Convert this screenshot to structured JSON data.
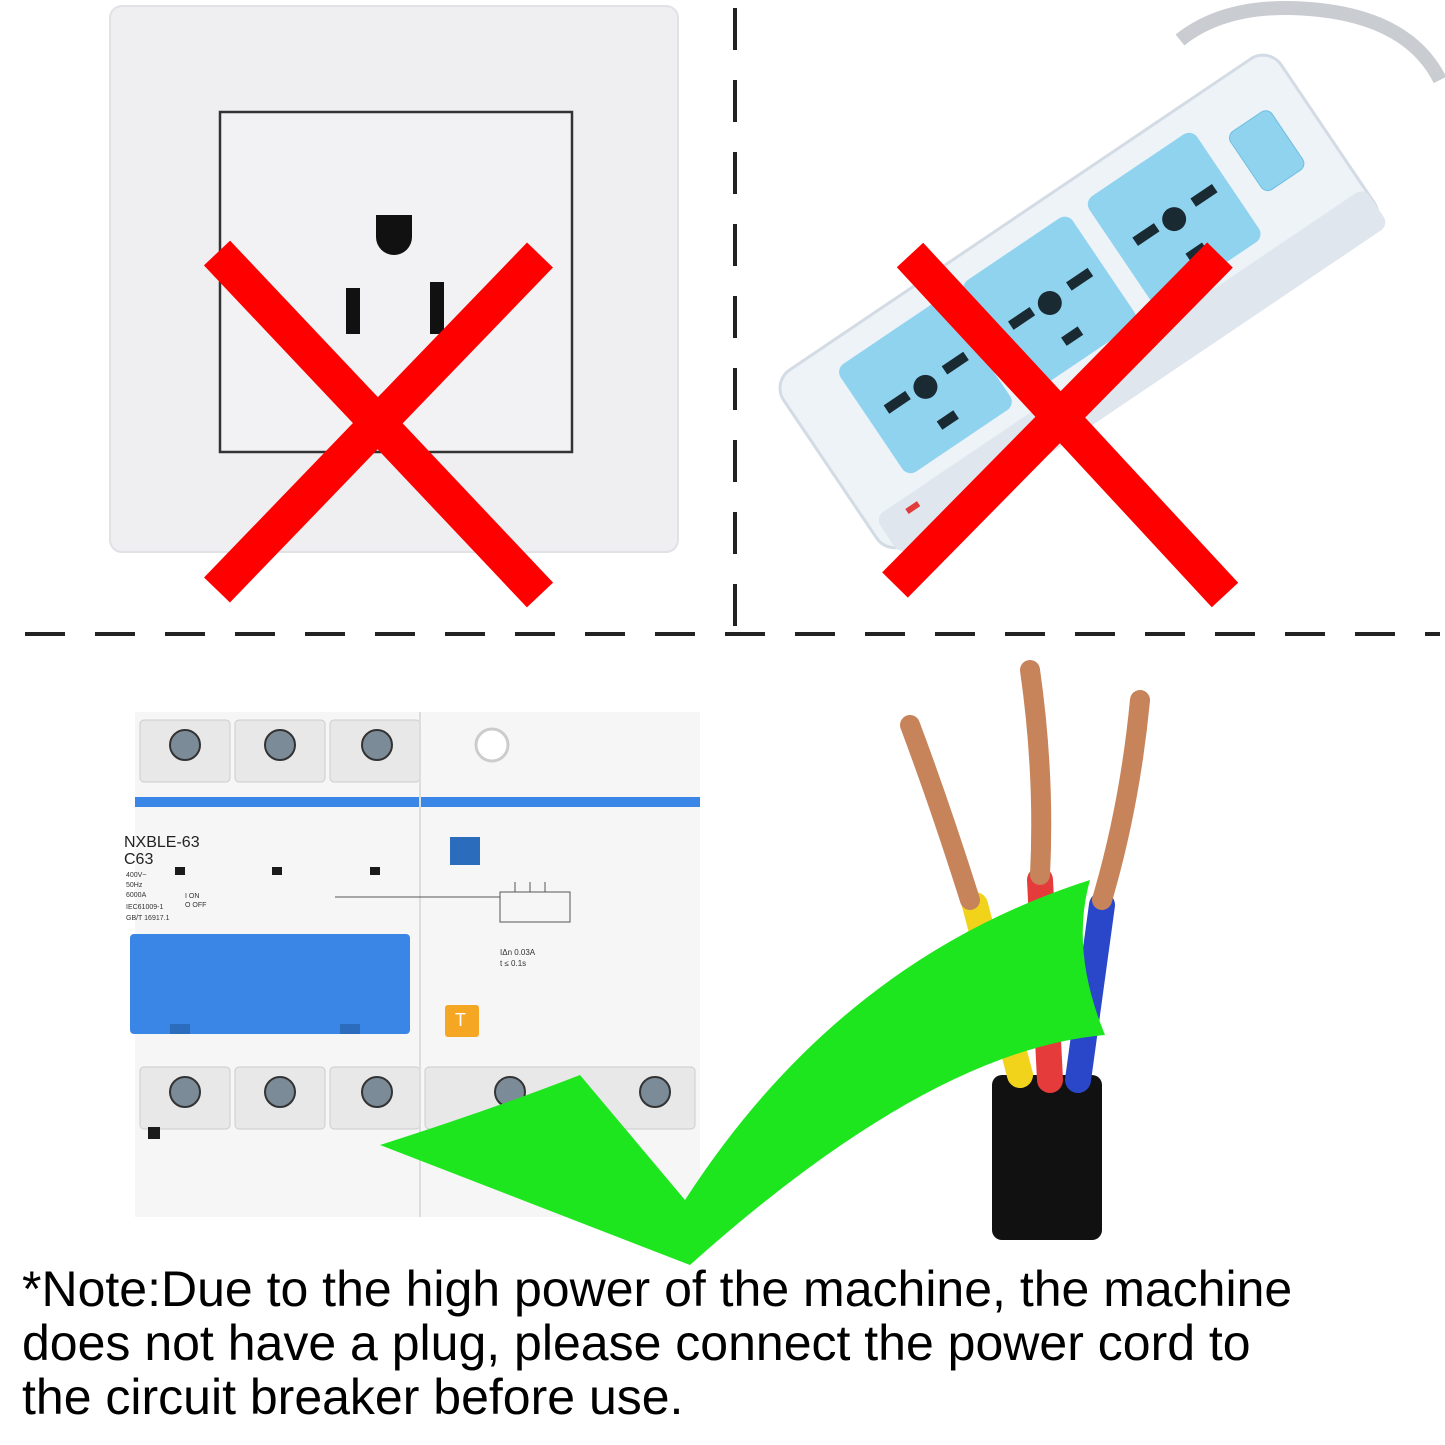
{
  "colors": {
    "cross": "#ff0000",
    "check": "#1ee61e",
    "breaker_blue": "#3a86e6",
    "outlet_blue": "#8fd3ef"
  },
  "panels": {
    "wall_outlet": {
      "status": "not-allowed",
      "icon": "cross-icon"
    },
    "power_strip": {
      "status": "not-allowed",
      "icon": "cross-icon"
    },
    "circuit_breaker": {
      "status": "allowed",
      "icon": "checkmark-icon",
      "label_model": "NXBLE-63",
      "label_rating": "C63",
      "spec_lines": [
        "400V~",
        "50Hz",
        "6000A",
        "IEC61009-1",
        "GB/T 16917.1"
      ],
      "on_off": [
        "I ON",
        "O OFF"
      ],
      "rcd_spec": [
        "IΔn 0.03A",
        "t ≤ 0.1s"
      ],
      "test_button": "T"
    },
    "power_cord": {
      "status": "allowed"
    }
  },
  "note": {
    "lines": [
      "*Note:Due to the high power of the machine, the machine",
      "does not have a plug, please connect the power cord to",
      "the circuit breaker before use."
    ]
  }
}
